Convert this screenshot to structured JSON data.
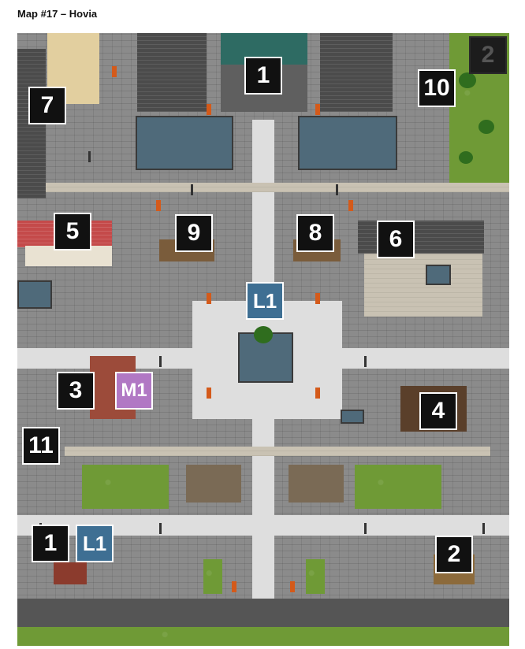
{
  "title": "Map #17 – Hovia",
  "markers": [
    {
      "label": "1",
      "style": "black"
    },
    {
      "label": "2",
      "style": "dim"
    },
    {
      "label": "10",
      "style": "black"
    },
    {
      "label": "7",
      "style": "black"
    },
    {
      "label": "5",
      "style": "black"
    },
    {
      "label": "9",
      "style": "black"
    },
    {
      "label": "8",
      "style": "black"
    },
    {
      "label": "6",
      "style": "black"
    },
    {
      "label": "L1",
      "style": "blue"
    },
    {
      "label": "3",
      "style": "black"
    },
    {
      "label": "M1",
      "style": "pink"
    },
    {
      "label": "4",
      "style": "black"
    },
    {
      "label": "11",
      "style": "black"
    },
    {
      "label": "1",
      "style": "black"
    },
    {
      "label": "L1",
      "style": "blue"
    },
    {
      "label": "2",
      "style": "black"
    }
  ],
  "colors": {
    "marker_black": "#111111",
    "marker_blue": "#3e6f93",
    "marker_pink": "#b178c4",
    "stone": "#8b8b8b",
    "grass": "#6f9a36",
    "plaza": "#dedede"
  }
}
